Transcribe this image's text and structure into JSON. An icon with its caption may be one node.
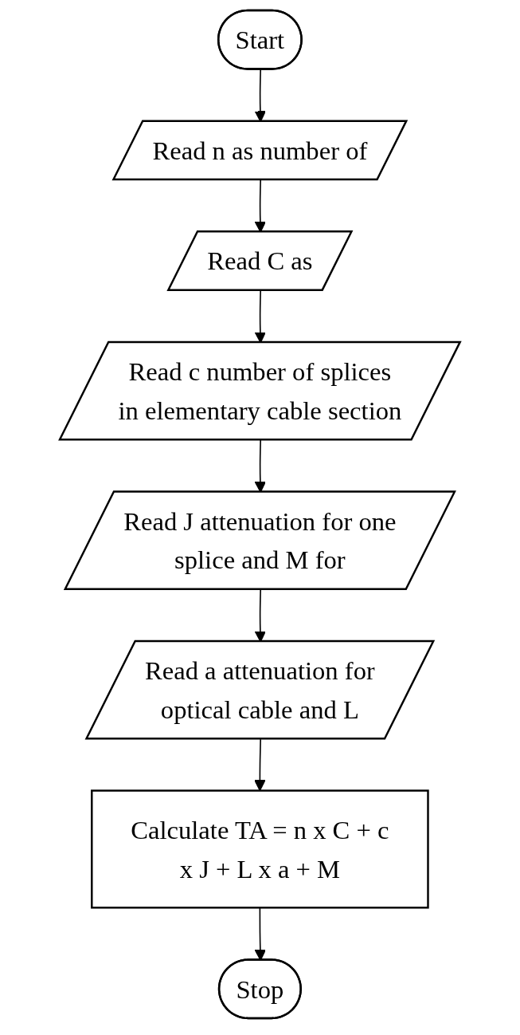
{
  "diagram": {
    "nodes": [
      {
        "text": [
          "Start"
        ]
      },
      {
        "text": [
          "Read n as number of"
        ]
      },
      {
        "text": [
          "Read C as"
        ]
      },
      {
        "text": [
          "Read c number of splices in elementary cable section"
        ]
      },
      {
        "text": [
          "Read J attenuation for one splice and M for"
        ]
      },
      {
        "text": [
          "Read a attenuation for optical cable and L"
        ]
      },
      {
        "text": [
          "Calculate TA = n x C + c x J + L x a + M"
        ]
      },
      {
        "text": [
          "Stop"
        ]
      }
    ],
    "edges": [
      {
        "from": 0,
        "to": 1,
        "arrow": "to"
      },
      {
        "from": 1,
        "to": 2,
        "arrow": "to"
      },
      {
        "from": 2,
        "to": 3,
        "arrow": "to"
      },
      {
        "from": 3,
        "to": 4,
        "arrow": "to"
      },
      {
        "from": 4,
        "to": 5,
        "arrow": "to"
      },
      {
        "from": 5,
        "to": 6,
        "arrow": "to"
      },
      {
        "from": 6,
        "to": 7,
        "arrow": "to"
      }
    ]
  }
}
